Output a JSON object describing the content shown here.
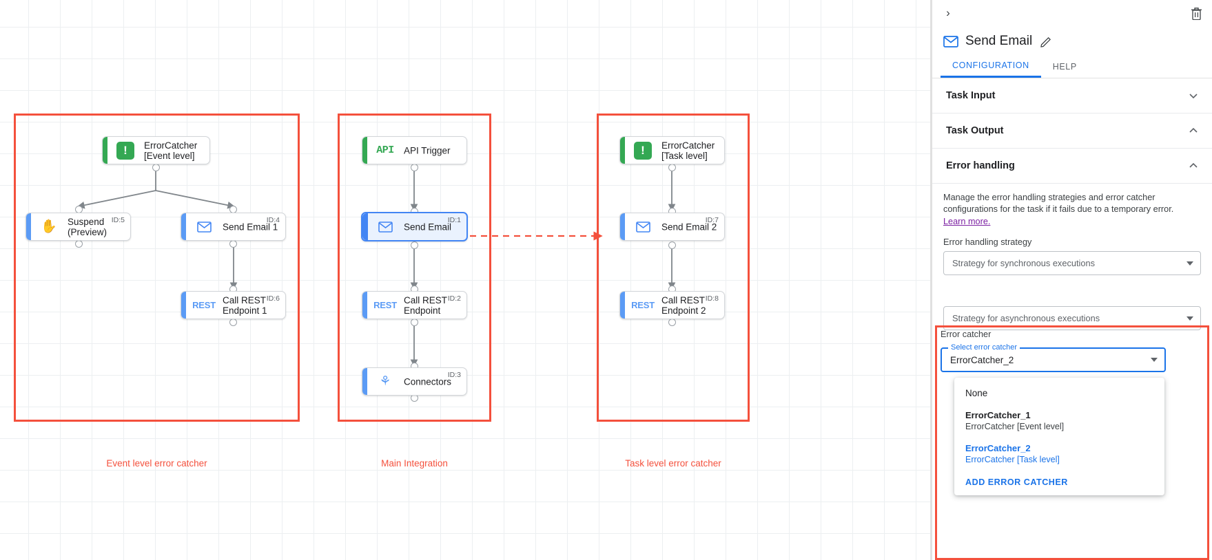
{
  "canvas": {
    "groups": [
      {
        "caption": "Event level error catcher"
      },
      {
        "caption": "Main Integration"
      },
      {
        "caption": "Task level error catcher"
      }
    ],
    "nodes": [
      {
        "label": "ErrorCatcher\n[Event level]",
        "id": "",
        "icon": "error-catcher-icon",
        "accent": "green"
      },
      {
        "label": "Suspend\n(Preview)",
        "id": "ID:5",
        "icon": "hand-icon",
        "accent": "blue"
      },
      {
        "label": "Send Email 1",
        "id": "ID:4",
        "icon": "envelope-icon",
        "accent": "blue"
      },
      {
        "label": "Call REST\nEndpoint 1",
        "id": "ID:6",
        "icon": "rest-icon",
        "accent": "blue"
      },
      {
        "label": "API Trigger",
        "id": "",
        "icon": "api-icon",
        "accent": "green"
      },
      {
        "label": "Send Email",
        "id": "ID:1",
        "icon": "envelope-icon",
        "accent": "blue"
      },
      {
        "label": "Call REST\nEndpoint",
        "id": "ID:2",
        "icon": "rest-icon",
        "accent": "blue"
      },
      {
        "label": "Connectors",
        "id": "ID:3",
        "icon": "connectors-icon",
        "accent": "blue"
      },
      {
        "label": "ErrorCatcher\n[Task level]",
        "id": "",
        "icon": "error-catcher-icon",
        "accent": "green"
      },
      {
        "label": "Send Email 2",
        "id": "ID:7",
        "icon": "envelope-icon",
        "accent": "blue"
      },
      {
        "label": "Call REST\nEndpoint 2",
        "id": "ID:8",
        "icon": "rest-icon",
        "accent": "blue"
      }
    ]
  },
  "panel": {
    "title": "Send Email",
    "collapse_icon": "chevron-right-icon",
    "delete_icon": "trash-icon",
    "edit_icon": "pencil-icon",
    "tabs": [
      {
        "label": "CONFIGURATION",
        "active": true
      },
      {
        "label": "HELP",
        "active": false
      }
    ],
    "sections": [
      {
        "label": "Task Input",
        "expanded": false
      },
      {
        "label": "Task Output",
        "expanded": true
      }
    ],
    "error_handling": {
      "heading": "Error handling",
      "description": "Manage the error handling strategies and error catcher configurations for the task if it fails due to a temporary error.",
      "learn_more": "Learn more.",
      "strategy_label": "Error handling strategy",
      "sync_placeholder": "Strategy for synchronous executions",
      "async_placeholder": "Strategy for asynchronous executions",
      "error_catcher_label": "Error catcher",
      "select_legend": "Select error catcher",
      "select_value": "ErrorCatcher_2",
      "dropdown": {
        "none_label": "None",
        "options": [
          {
            "name": "ErrorCatcher_1",
            "sub": "ErrorCatcher [Event level]",
            "selected": false
          },
          {
            "name": "ErrorCatcher_2",
            "sub": "ErrorCatcher [Task level]",
            "selected": true
          }
        ],
        "add_label": "ADD ERROR CATCHER"
      }
    }
  },
  "colors": {
    "accent_blue": "#1a73e8",
    "highlight_red": "#f4503c",
    "green": "#34a853",
    "node_blue": "#5b9bf5",
    "purple_link": "#7b1fa2"
  }
}
